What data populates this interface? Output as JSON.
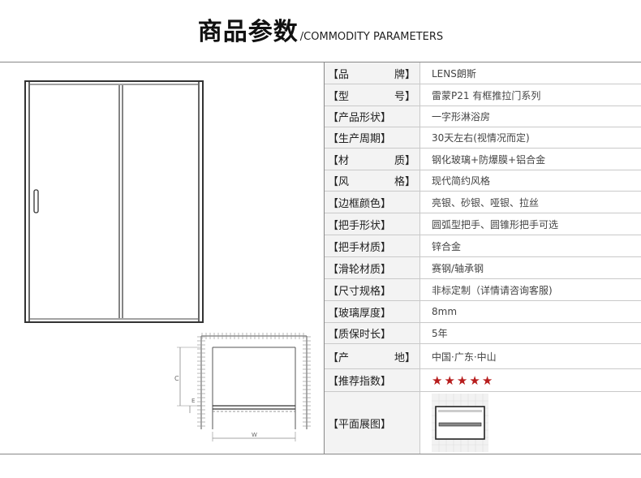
{
  "header": {
    "title": "商品参数",
    "subtitle": "/COMMODITY PARAMETERS"
  },
  "params": [
    {
      "label_l": "【品",
      "label_r": "牌】",
      "value": "LENS朗斯"
    },
    {
      "label_l": "【型",
      "label_r": "号】",
      "value": "雷蒙P21  有框推拉门系列"
    },
    {
      "label_l": "【产品形状】",
      "label_r": "",
      "value": "一字形淋浴房"
    },
    {
      "label_l": "【生产周期】",
      "label_r": "",
      "value": "30天左右(视情况而定)"
    },
    {
      "label_l": "【材",
      "label_r": "质】",
      "value": "钢化玻璃+防爆膜+铝合金"
    },
    {
      "label_l": "【风",
      "label_r": "格】",
      "value": "现代简约风格"
    },
    {
      "label_l": "【边框颜色】",
      "label_r": "",
      "value": "亮银、砂银、哑银、拉丝"
    },
    {
      "label_l": "【把手形状】",
      "label_r": "",
      "value": "圆弧型把手、圆锥形把手可选"
    },
    {
      "label_l": "【把手材质】",
      "label_r": "",
      "value": "锌合金"
    },
    {
      "label_l": "【滑轮材质】",
      "label_r": "",
      "value": "赛钢/轴承钢"
    },
    {
      "label_l": "【尺寸规格】",
      "label_r": "",
      "value": "非标定制（详情请咨询客服)"
    },
    {
      "label_l": "【玻璃厚度】",
      "label_r": "",
      "value": "8mm"
    },
    {
      "label_l": "【质保时长】",
      "label_r": "",
      "value": "5年"
    },
    {
      "label_l": "【产",
      "label_r": "地】",
      "value": "中国·广东·中山"
    },
    {
      "label_l": "【推荐指数】",
      "label_r": "",
      "value": ""
    },
    {
      "label_l": "【平面展图】",
      "label_r": "",
      "value": ""
    }
  ],
  "rating": {
    "stars": 5,
    "max": 5,
    "color": "#b71c1c"
  },
  "diagram": {
    "label_c": "C",
    "label_e": "E",
    "label_w": "W"
  }
}
